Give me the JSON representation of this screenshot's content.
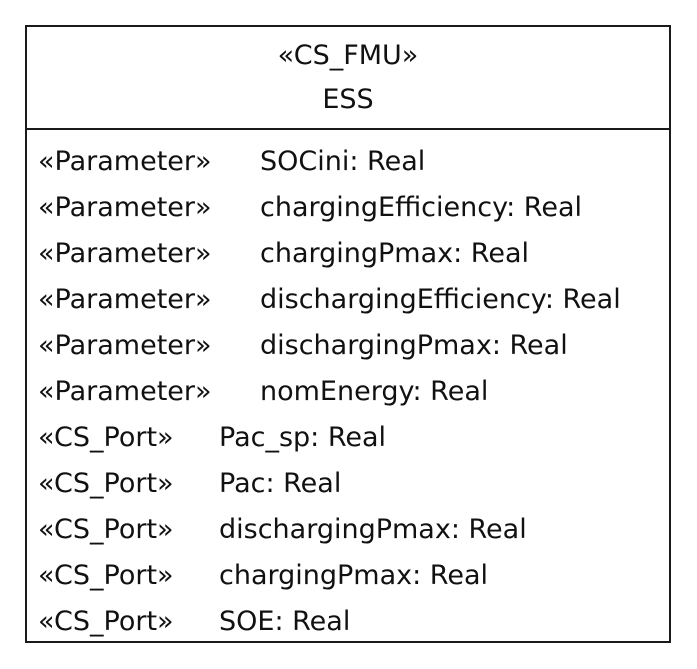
{
  "class_box": {
    "stereotype": "«CS_FMU»",
    "name": "ESS",
    "attributes": [
      {
        "stereotype": "«Parameter»",
        "kind": "parameter",
        "name": "SOCini: Real"
      },
      {
        "stereotype": "«Parameter»",
        "kind": "parameter",
        "name": "chargingEfficiency: Real"
      },
      {
        "stereotype": "«Parameter»",
        "kind": "parameter",
        "name": "chargingPmax: Real"
      },
      {
        "stereotype": "«Parameter»",
        "kind": "parameter",
        "name": "dischargingEfficiency: Real"
      },
      {
        "stereotype": "«Parameter»",
        "kind": "parameter",
        "name": "dischargingPmax: Real"
      },
      {
        "stereotype": "«Parameter»",
        "kind": "parameter",
        "name": "nomEnergy: Real"
      },
      {
        "stereotype": "«CS_Port»",
        "kind": "port",
        "name": "Pac_sp: Real"
      },
      {
        "stereotype": "«CS_Port»",
        "kind": "port",
        "name": "Pac: Real"
      },
      {
        "stereotype": "«CS_Port»",
        "kind": "port",
        "name": "dischargingPmax: Real"
      },
      {
        "stereotype": "«CS_Port»",
        "kind": "port",
        "name": "chargingPmax: Real"
      },
      {
        "stereotype": "«CS_Port»",
        "kind": "port",
        "name": "SOE: Real"
      }
    ]
  }
}
